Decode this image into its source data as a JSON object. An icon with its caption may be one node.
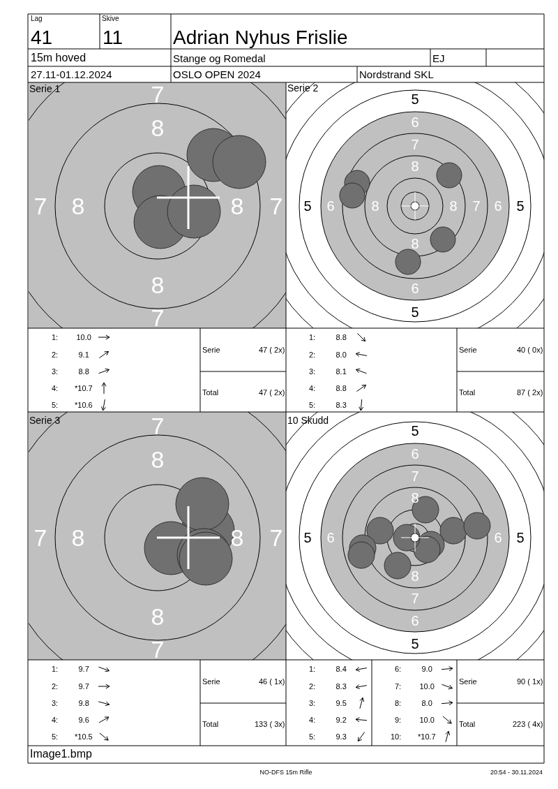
{
  "diagram": {
    "labels": [
      "Lag",
      "41",
      "Skive",
      "11",
      "Adrian Nyhus Frislie",
      "15m hoved",
      "Stange og Romedal",
      "EJ",
      "27.11-01.12.2024",
      "OSLO OPEN 2024",
      "Nordstrand SKL",
      "Serie 1",
      "7",
      "8",
      "7",
      "8",
      "8",
      "7",
      "8",
      "7",
      "Serie 2",
      "5",
      "6",
      "7",
      "8",
      "5",
      "6",
      "8",
      "8",
      "7",
      "6",
      "5",
      "8",
      "6",
      "5",
      "1:",
      "10.0",
      "2:",
      "9.1",
      "3:",
      "8.8",
      "4:",
      "*10.7",
      "5:",
      "*10.6",
      "Serie",
      "47 ( 2x)",
      "Total",
      "47 ( 2x)",
      "1:",
      "8.8",
      "2:",
      "8.0",
      "3:",
      "8.1",
      "4:",
      "8.8",
      "5:",
      "8.3",
      "Serie",
      "40 ( 0x)",
      "Total",
      "87 ( 2x)",
      "Serie 3",
      "7",
      "8",
      "7",
      "8",
      "8",
      "7",
      "8",
      "7",
      "10 Skudd",
      "5",
      "6",
      "7",
      "8",
      "5",
      "6",
      "6",
      "5",
      "8",
      "7",
      "6",
      "5",
      "1:",
      "9.7",
      "2:",
      "9.7",
      "3:",
      "9.8",
      "4:",
      "9.6",
      "5:",
      "*10.5",
      "Serie",
      "46 ( 1x)",
      "Total",
      "133 ( 3x)",
      "1:",
      "8.4",
      "2:",
      "8.3",
      "3:",
      "9.5",
      "4:",
      "9.2",
      "5:",
      "9.3",
      "6:",
      "9.0",
      "7:",
      "10.0",
      "8:",
      "8.0",
      "9:",
      "10.0",
      "10:",
      "*10.7",
      "Serie",
      "90 ( 1x)",
      "Total",
      "223 ( 4x)",
      "Image1.bmp",
      "NO-DFS 15m Rifle",
      "20:54 - 30.11.2024"
    ]
  }
}
